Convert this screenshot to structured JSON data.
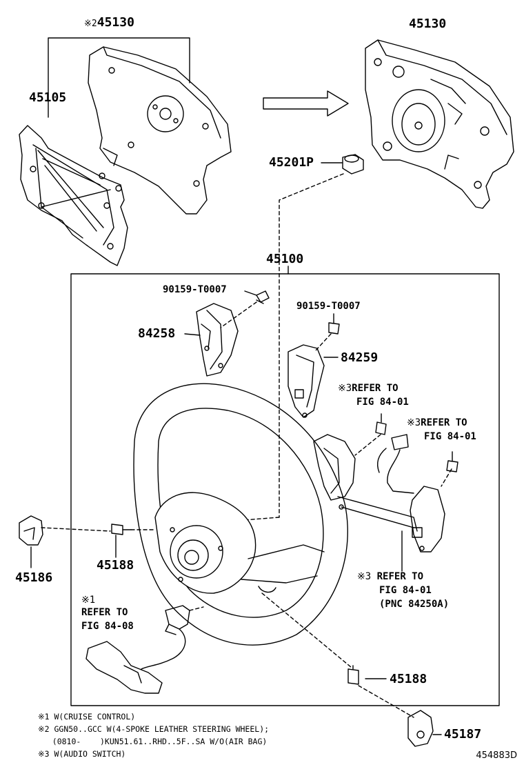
{
  "parts": {
    "airbag_top_left": "45130",
    "airbag_top_left_note": "※2",
    "airbag_top_right": "45130",
    "bracket": "45105",
    "nut": "45201P",
    "wheel_assy": "45100",
    "screw_left": "90159-T0007",
    "switch_left": "84258",
    "screw_right": "90159-T0007",
    "switch_right": "84259",
    "ref_a_mark": "※3",
    "ref_a_line1": "REFER TO",
    "ref_a_line2": "FIG 84-01",
    "ref_b_mark": "※3",
    "ref_b_line1": "REFER TO",
    "ref_b_line2": "FIG 84-01",
    "cover_left": "45186",
    "screw_center": "45188",
    "ref_c_mark": "※3",
    "ref_c_line1": "REFER TO",
    "ref_c_line2": "FIG 84-01",
    "ref_c_line3": "(PNC 84250A)",
    "ref_d_mark": "※1",
    "ref_d_line1": "REFER TO",
    "ref_d_line2": "FIG 84-08",
    "screw_bottom": "45188",
    "cover_bottom": "45187"
  },
  "footnotes": {
    "note1": "※1 W(CRUISE CONTROL)",
    "note2": "※2 GGN50..GCC W(4-SPOKE LEATHER STEERING WHEEL);",
    "note2b": "   (0810-    )KUN51.61..RHD..5F..SA W/O(AIR BAG)",
    "note3": "※3 W(AUDIO SWITCH)"
  },
  "catalog_number": "454883D"
}
